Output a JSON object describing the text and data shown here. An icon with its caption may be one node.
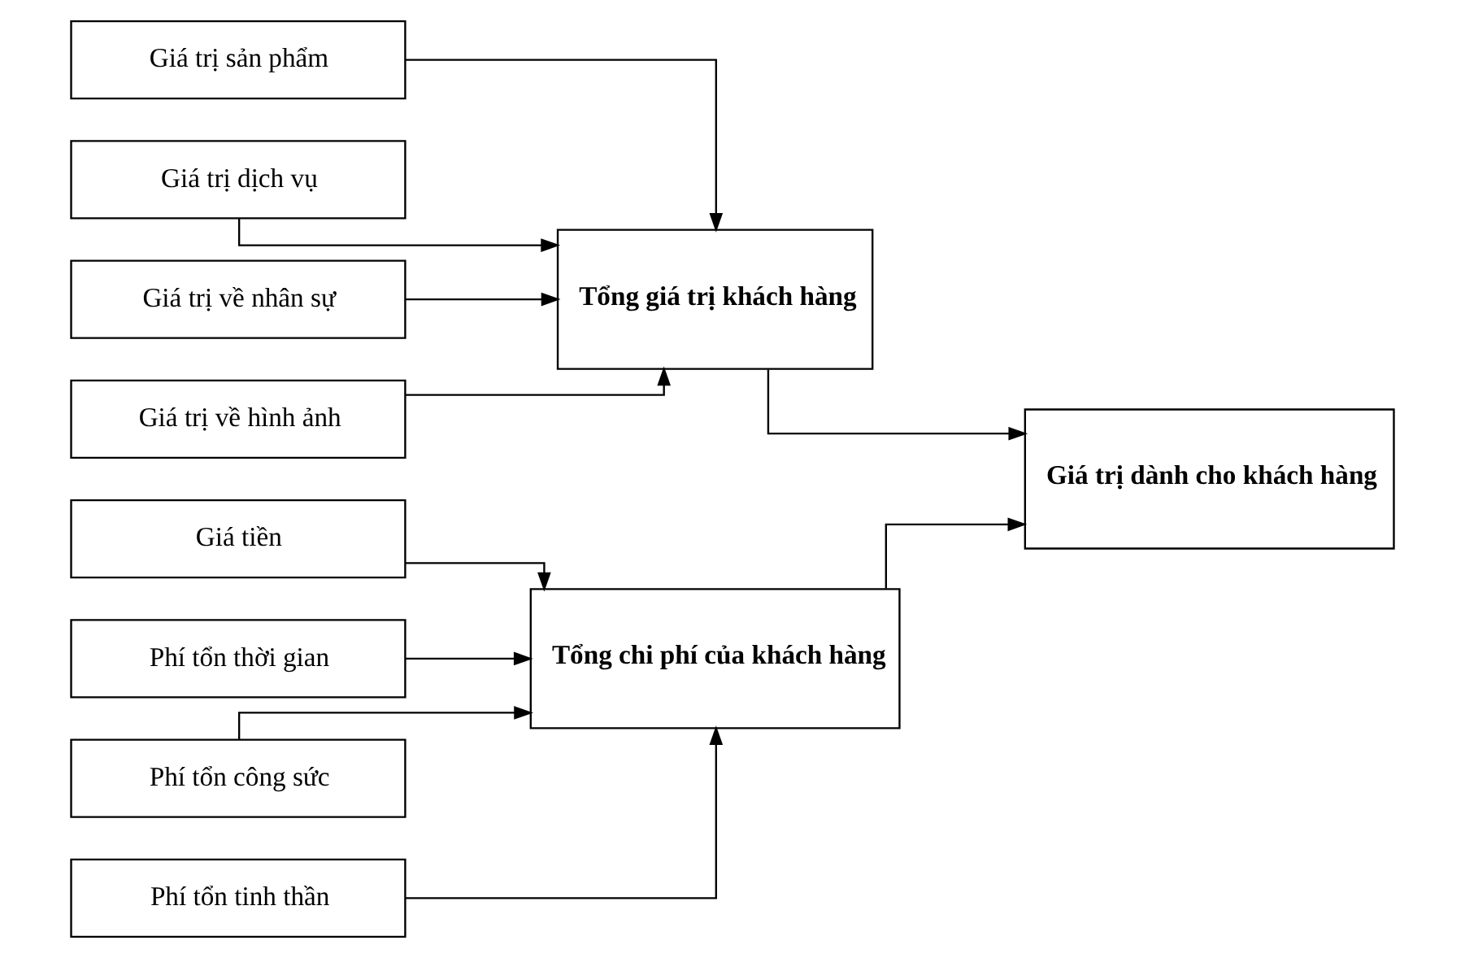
{
  "diagram": {
    "nodes": [
      {
        "text": [
          "Giá trị sản phẩm"
        ]
      },
      {
        "text": [
          "Giá trị dịch vụ"
        ]
      },
      {
        "text": [
          "Giá trị về nhân sự"
        ]
      },
      {
        "text": [
          "Giá trị về hình ảnh"
        ]
      },
      {
        "text": [
          "Tổng giá trị khách hàng"
        ]
      },
      {
        "text": [
          "Giá tiền"
        ]
      },
      {
        "text": [
          "Phí tổn thời gian"
        ]
      },
      {
        "text": [
          "Phí tổn công sức"
        ]
      },
      {
        "text": [
          "Phí tổn tinh thần"
        ]
      },
      {
        "text": [
          "Tổng chi phí của khách hàng"
        ]
      },
      {
        "text": [
          "Giá trị dành cho khách hàng"
        ]
      }
    ],
    "edges": [
      {
        "from": 0,
        "to": 4,
        "arrow": "to"
      },
      {
        "from": 1,
        "to": 4,
        "arrow": "to"
      },
      {
        "from": 2,
        "to": 4,
        "arrow": "to"
      },
      {
        "from": 3,
        "to": 4,
        "arrow": "to"
      },
      {
        "from": 5,
        "to": 9,
        "arrow": "to"
      },
      {
        "from": 6,
        "to": 9,
        "arrow": "to"
      },
      {
        "from": 7,
        "to": 9,
        "arrow": "to"
      },
      {
        "from": 8,
        "to": 9,
        "arrow": "to"
      },
      {
        "from": 4,
        "to": 10,
        "arrow": "to"
      },
      {
        "from": 9,
        "to": 10,
        "arrow": "to"
      }
    ]
  }
}
